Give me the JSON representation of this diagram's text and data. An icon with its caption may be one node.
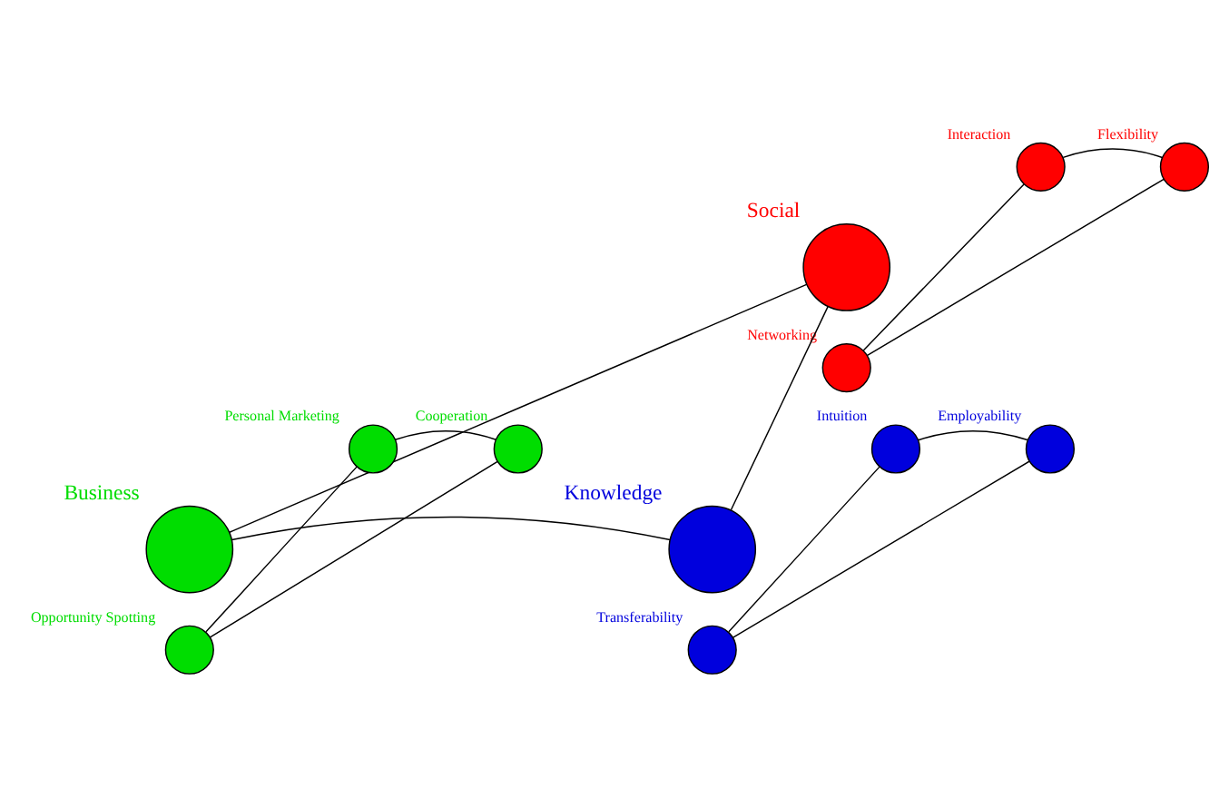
{
  "diagram": {
    "nodes": [
      {
        "text": [],
        "shape": "circle",
        "beside": [
          "Social"
        ]
      },
      {
        "text": [],
        "shape": "circle",
        "beside": [
          "Interaction"
        ]
      },
      {
        "text": [],
        "shape": "circle",
        "beside": [
          "Flexibility"
        ]
      },
      {
        "text": [],
        "shape": "circle",
        "beside": [
          "Networking"
        ]
      },
      {
        "text": [],
        "shape": "circle",
        "beside": [
          "Business"
        ]
      },
      {
        "text": [],
        "shape": "circle",
        "beside": [
          "Personal Marketing"
        ]
      },
      {
        "text": [],
        "shape": "circle",
        "beside": [
          "Cooperation"
        ]
      },
      {
        "text": [],
        "shape": "circle",
        "beside": [
          "Opportunity Spotting"
        ]
      },
      {
        "text": [],
        "shape": "circle",
        "beside": [
          "Knowledge"
        ]
      },
      {
        "text": [],
        "shape": "circle",
        "beside": [
          "Intuition"
        ]
      },
      {
        "text": [],
        "shape": "circle",
        "beside": [
          "Employability"
        ]
      },
      {
        "text": [],
        "shape": "circle",
        "beside": [
          "Transferability"
        ]
      }
    ],
    "edges": [
      {
        "from": 1,
        "to": 2,
        "arrow": "none"
      },
      {
        "from": 1,
        "to": 3,
        "arrow": "none"
      },
      {
        "from": 2,
        "to": 3,
        "arrow": "none"
      },
      {
        "from": 5,
        "to": 6,
        "arrow": "none"
      },
      {
        "from": 5,
        "to": 7,
        "arrow": "none"
      },
      {
        "from": 6,
        "to": 7,
        "arrow": "none"
      },
      {
        "from": 9,
        "to": 10,
        "arrow": "none"
      },
      {
        "from": 9,
        "to": 11,
        "arrow": "none"
      },
      {
        "from": 10,
        "to": 11,
        "arrow": "none"
      },
      {
        "from": 0,
        "to": 4,
        "arrow": "none"
      },
      {
        "from": 0,
        "to": 8,
        "arrow": "none"
      },
      {
        "from": 4,
        "to": 8,
        "arrow": "none"
      }
    ]
  }
}
